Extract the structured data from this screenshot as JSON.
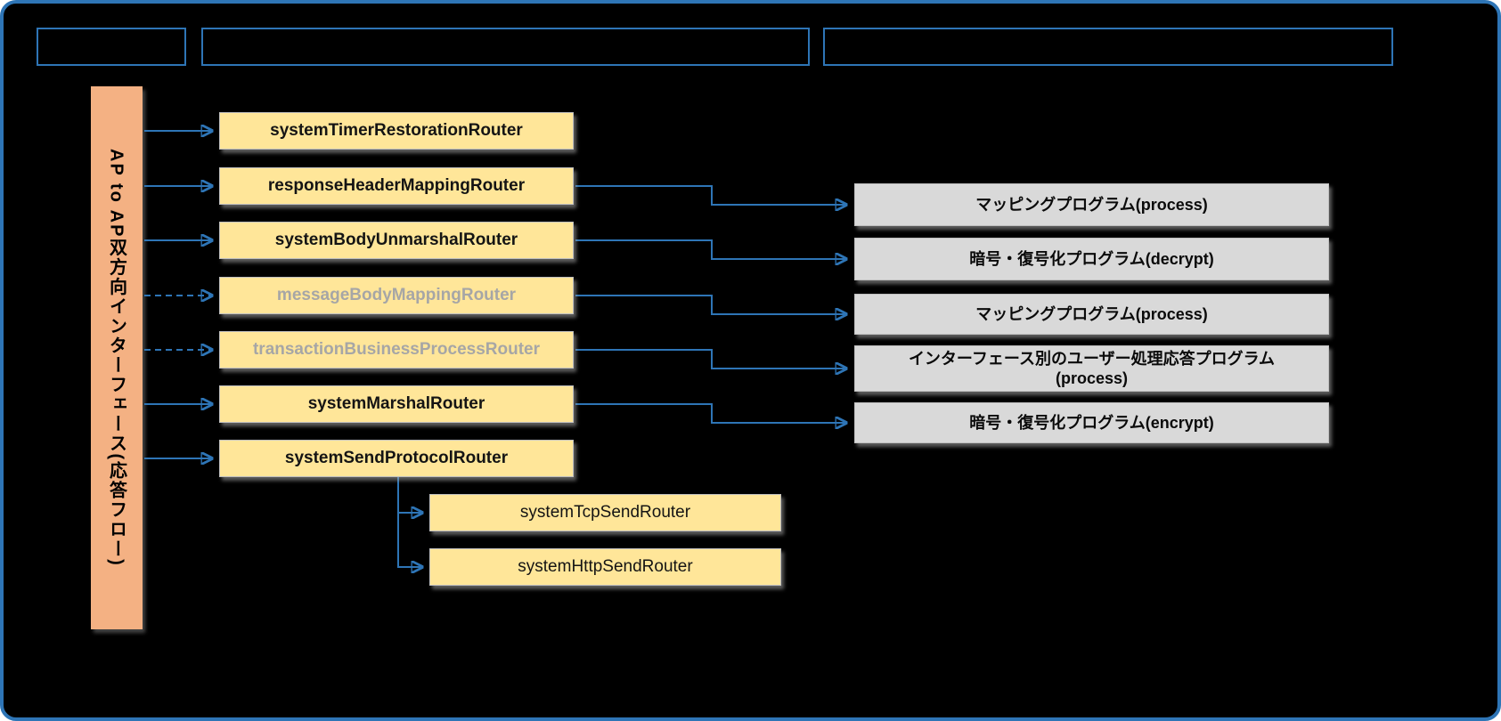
{
  "title": "AP to AP response flow router diagram",
  "colors": {
    "background": "#000000",
    "accent_blue": "#2E75B6",
    "bar_orange": "#F4B183",
    "router_yellow": "#FFE699",
    "program_gray": "#D9D9D9",
    "inactive_text": "#A6A6A6"
  },
  "headers": [
    {
      "label": ""
    },
    {
      "label": ""
    },
    {
      "label": ""
    }
  ],
  "left_bar": {
    "label": "AP to AP双方向インターフェース(応答フロー)"
  },
  "routers": [
    {
      "label": "systemTimerRestorationRouter",
      "state": "active",
      "arrow": "solid"
    },
    {
      "label": "responseHeaderMappingRouter",
      "state": "active",
      "arrow": "solid"
    },
    {
      "label": "systemBodyUnmarshalRouter",
      "state": "active",
      "arrow": "solid"
    },
    {
      "label": "messageBodyMappingRouter",
      "state": "inactive",
      "arrow": "dashed"
    },
    {
      "label": "transactionBusinessProcessRouter",
      "state": "inactive",
      "arrow": "dashed"
    },
    {
      "label": "systemMarshalRouter",
      "state": "active",
      "arrow": "solid"
    },
    {
      "label": "systemSendProtocolRouter",
      "state": "active",
      "arrow": "solid"
    }
  ],
  "sub_routers": [
    {
      "label": "systemTcpSendRouter"
    },
    {
      "label": "systemHttpSendRouter"
    }
  ],
  "programs": [
    {
      "label": "マッピングプログラム(process)"
    },
    {
      "label": "暗号・復号化プログラム(decrypt)"
    },
    {
      "label": "マッピングプログラム(process)"
    },
    {
      "label": "インターフェース別のユーザー処理応答プログラム\n(process)"
    },
    {
      "label": "暗号・復号化プログラム(encrypt)"
    }
  ]
}
